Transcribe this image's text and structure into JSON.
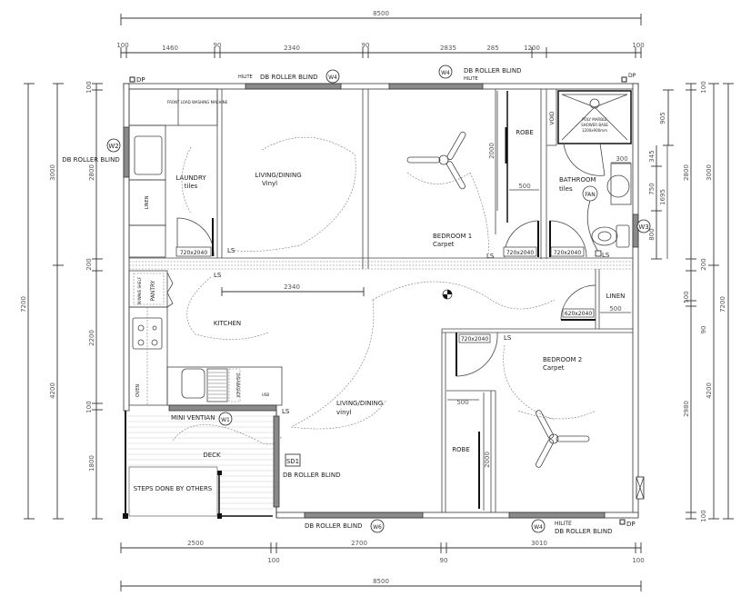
{
  "plan": {
    "overall_width": "8500",
    "overall_depth": "7200",
    "top_dims": [
      "100",
      "1460",
      "90",
      "2340",
      "90",
      "2835",
      "285",
      "1200",
      "100"
    ],
    "bottom_dims": [
      "2500",
      "100",
      "2700",
      "90",
      "3010",
      "100"
    ],
    "left_dims": {
      "outer": "7200",
      "mid": [
        "3000",
        "4200"
      ],
      "inner": [
        "100",
        "2800",
        "200",
        "2200",
        "100",
        "1800"
      ]
    },
    "right_dims": {
      "outer": "7200",
      "mid": [
        "3000",
        "4200"
      ],
      "inner": [
        "100",
        "2800",
        "200",
        "500",
        "90",
        "2980",
        "100"
      ],
      "bath": [
        "905",
        "345",
        "750",
        "1695",
        "800"
      ]
    },
    "rooms": {
      "laundry": {
        "name": "LAUNDRY",
        "finish": "tiles"
      },
      "living_top": {
        "name": "LIVING/DINING",
        "finish": "Vinyl"
      },
      "bedroom1": {
        "name": "BEDROOM 1",
        "finish": "Carpet"
      },
      "robe1": {
        "name": "ROBE",
        "width": "500",
        "height": "2000"
      },
      "void": {
        "name": "VOID"
      },
      "bathroom": {
        "name": "BATHROOM",
        "finish": "tiles"
      },
      "kitchen": {
        "name": "KITCHEN",
        "dim": "2340"
      },
      "living_bottom": {
        "name": "LIVING/DINING",
        "finish": "vinyl"
      },
      "linen_right": {
        "name": "LINEN",
        "width": "500"
      },
      "bedroom2": {
        "name": "BEDROOM 2",
        "finish": "Carpet"
      },
      "robe2": {
        "name": "ROBE",
        "width": "500",
        "height": "2000"
      },
      "deck": {
        "name": "DECK"
      },
      "steps": {
        "name": "STEPS DONE BY OTHERS"
      }
    },
    "fixtures": {
      "washing_machine": "FRONT LOAD WASHING MACHINE",
      "linen_left": "LINEN",
      "pantry": "PANTRY",
      "microwave": "M/WAVE SHELF",
      "oven": "OVEN",
      "dishwasher": "DISHWASHER",
      "shower": [
        "POLY MARBLE",
        "SHOWER BASE",
        "1200x900mm"
      ],
      "fan": "FAN",
      "vanity_dim": "300",
      "usb": "USB"
    },
    "doors": [
      "720x2040",
      "720x2040",
      "720x2040",
      "620x2040",
      "720x2040"
    ],
    "windows": {
      "w1": {
        "tag": "W1",
        "label": "MINI VENTIAN"
      },
      "w2": {
        "tag": "W2",
        "label": "DB ROLLER BLIND"
      },
      "w3": {
        "tag": "W3"
      },
      "w4_top_left": {
        "tag": "W4",
        "prefix": "HILITE",
        "label": "DB ROLLER BLIND"
      },
      "w4_top_right": {
        "tag": "W4",
        "label": "DB ROLLER BLIND",
        "suffix": "HILITE"
      },
      "w4_bottom": {
        "tag": "W4",
        "prefix": "HILITE",
        "label": "DB ROLLER BLIND"
      },
      "w6": {
        "tag": "W6",
        "label": "DB ROLLER BLIND"
      },
      "sd1": {
        "tag": "SD1",
        "label": "DB ROLLER BLIND"
      }
    },
    "markers": {
      "dp": "DP",
      "ls": "LS"
    }
  }
}
